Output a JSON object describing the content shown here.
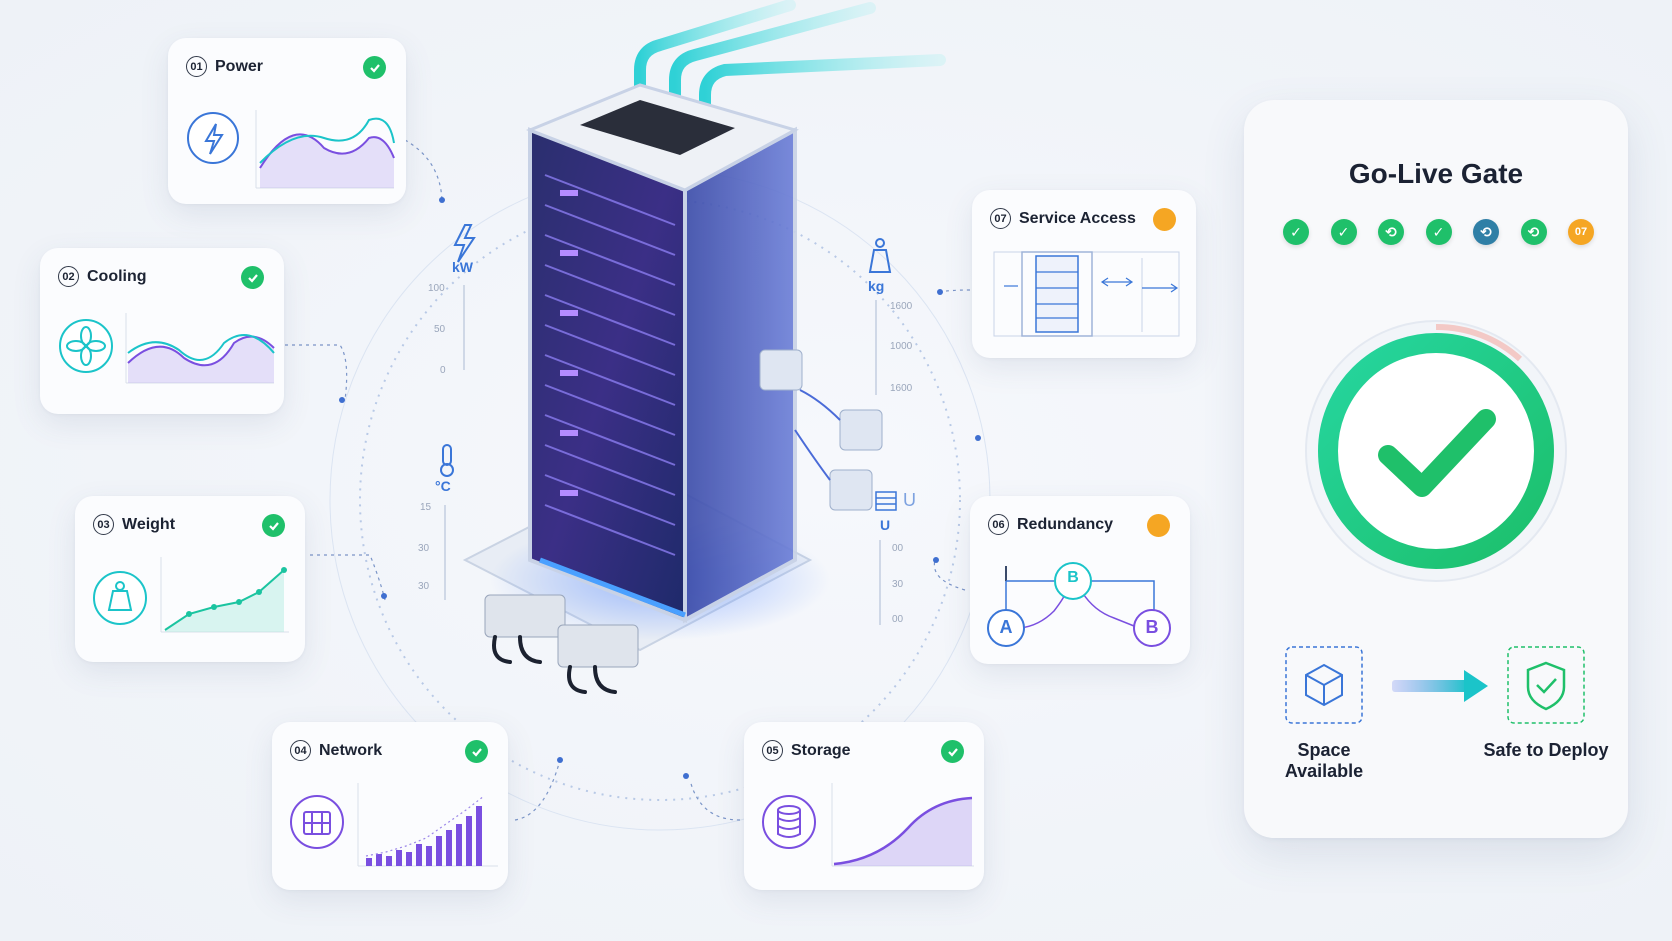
{
  "cards": [
    {
      "id": "01",
      "label": "Power",
      "status": "ok"
    },
    {
      "id": "02",
      "label": "Cooling",
      "status": "ok"
    },
    {
      "id": "03",
      "label": "Weight",
      "status": "ok"
    },
    {
      "id": "04",
      "label": "Network",
      "status": "ok"
    },
    {
      "id": "05",
      "label": "Storage",
      "status": "ok"
    },
    {
      "id": "06",
      "label": "Redundancy",
      "status": "warn"
    },
    {
      "id": "07",
      "label": "Service Access",
      "status": "warn"
    }
  ],
  "redundancy": {
    "node_a": "A",
    "node_b": "B",
    "node_b2": "B"
  },
  "gauges": {
    "power": {
      "unit": "kW",
      "ticks": [
        "100",
        "50",
        "0"
      ]
    },
    "weight": {
      "unit": "kg",
      "ticks": [
        "1600",
        "1000",
        "1600"
      ]
    },
    "temp": {
      "unit": "°C",
      "ticks": [
        "15",
        "30",
        "30"
      ]
    },
    "rack": {
      "unit": "U",
      "unit_glyph": "U",
      "ticks": [
        "00",
        "30",
        "00"
      ]
    }
  },
  "gate": {
    "title": "Go-Live Gate",
    "steps": [
      {
        "status": "ok",
        "glyph": "✓"
      },
      {
        "status": "ok",
        "glyph": "✓"
      },
      {
        "status": "ok",
        "glyph": "⟲"
      },
      {
        "status": "ok",
        "glyph": "✓"
      },
      {
        "status": "info",
        "glyph": "⟲"
      },
      {
        "status": "ok",
        "glyph": "⟲"
      },
      {
        "status": "warn",
        "glyph": "07"
      }
    ],
    "from_label": "Space Available",
    "to_label": "Safe to Deploy"
  },
  "colors": {
    "ok": "#1fc06a",
    "warn": "#f5a623",
    "info": "#2f7fa6",
    "accent": "#1bc4c9",
    "purple": "#7a4fe0"
  }
}
